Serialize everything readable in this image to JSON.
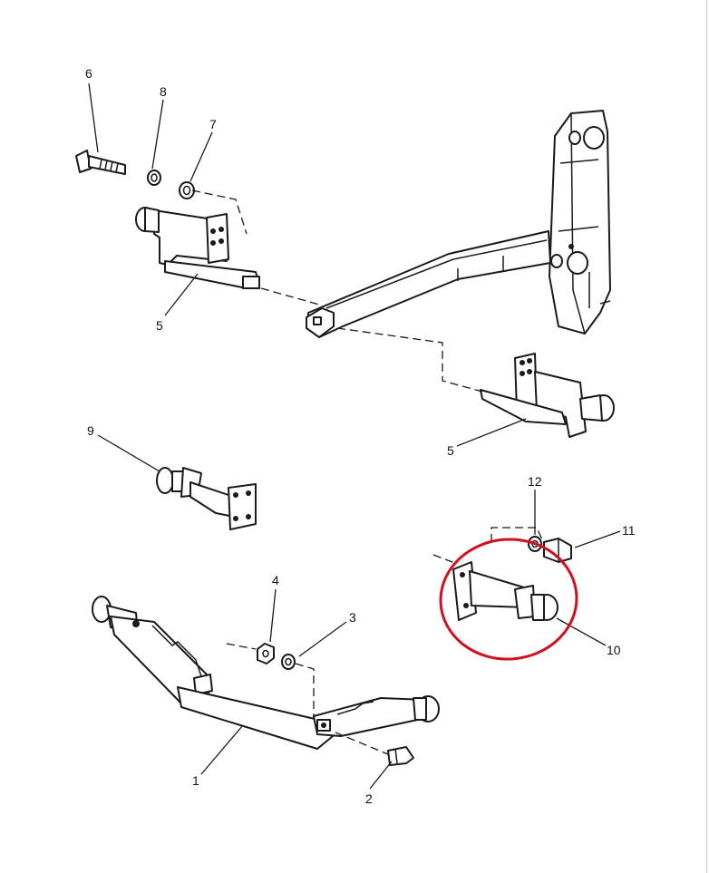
{
  "callouts": {
    "c1": "1",
    "c2": "2",
    "c3": "3",
    "c4": "4",
    "c5_upper": "5",
    "c5_lower": "5",
    "c6": "6",
    "c7": "7",
    "c8": "8",
    "c9": "9",
    "c10": "10",
    "c11": "11",
    "c12": "12"
  },
  "highlight": {
    "color": "#d0101e",
    "target_callout": "10"
  }
}
